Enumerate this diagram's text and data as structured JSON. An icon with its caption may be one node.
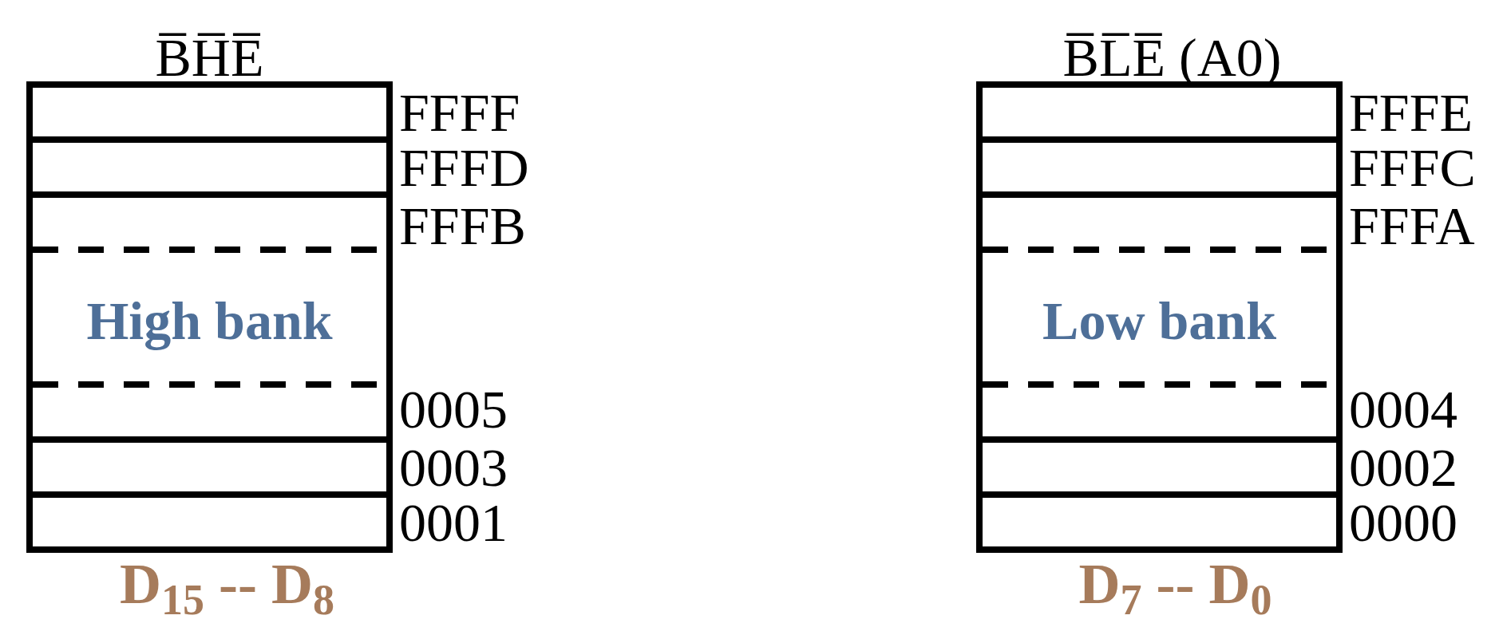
{
  "diagram": {
    "nodes": [
      {
        "text": [
          "B̅H̅E̅",
          "High bank"
        ],
        "beside": [
          "D$_{15}$ -- D$_{8}$"
        ]
      },
      {
        "text": [],
        "shape": "box",
        "in": 0,
        "beside": [
          "FFFF"
        ]
      },
      {
        "text": [],
        "shape": "box",
        "in": 0,
        "beside": [
          "FFFD"
        ]
      },
      {
        "text": [],
        "shape": "box",
        "in": 0,
        "beside": [
          "FFFB"
        ]
      },
      {
        "text": [],
        "shape": "box",
        "in": 0,
        "beside": [
          "0005"
        ]
      },
      {
        "text": [],
        "shape": "box",
        "in": 0,
        "beside": [
          "0003"
        ]
      },
      {
        "text": [],
        "shape": "box",
        "in": 0,
        "beside": [
          "0001"
        ]
      },
      {
        "text": [
          "B̅L̅E̅ (A0)",
          "Low bank"
        ],
        "beside": [
          "D$_{7}$ -- D$_{0}$"
        ]
      },
      {
        "text": [],
        "shape": "box",
        "in": 7,
        "beside": [
          "FFFE"
        ]
      },
      {
        "text": [],
        "shape": "box",
        "in": 7,
        "beside": [
          "FFFC"
        ]
      },
      {
        "text": [],
        "shape": "box",
        "in": 7,
        "beside": [
          "FFFA"
        ]
      },
      {
        "text": [],
        "shape": "box",
        "in": 7,
        "beside": [
          "0004"
        ]
      },
      {
        "text": [],
        "shape": "box",
        "in": 7,
        "beside": [
          "0002"
        ]
      },
      {
        "text": [],
        "shape": "box",
        "in": 7,
        "beside": [
          "0000"
        ]
      }
    ]
  }
}
